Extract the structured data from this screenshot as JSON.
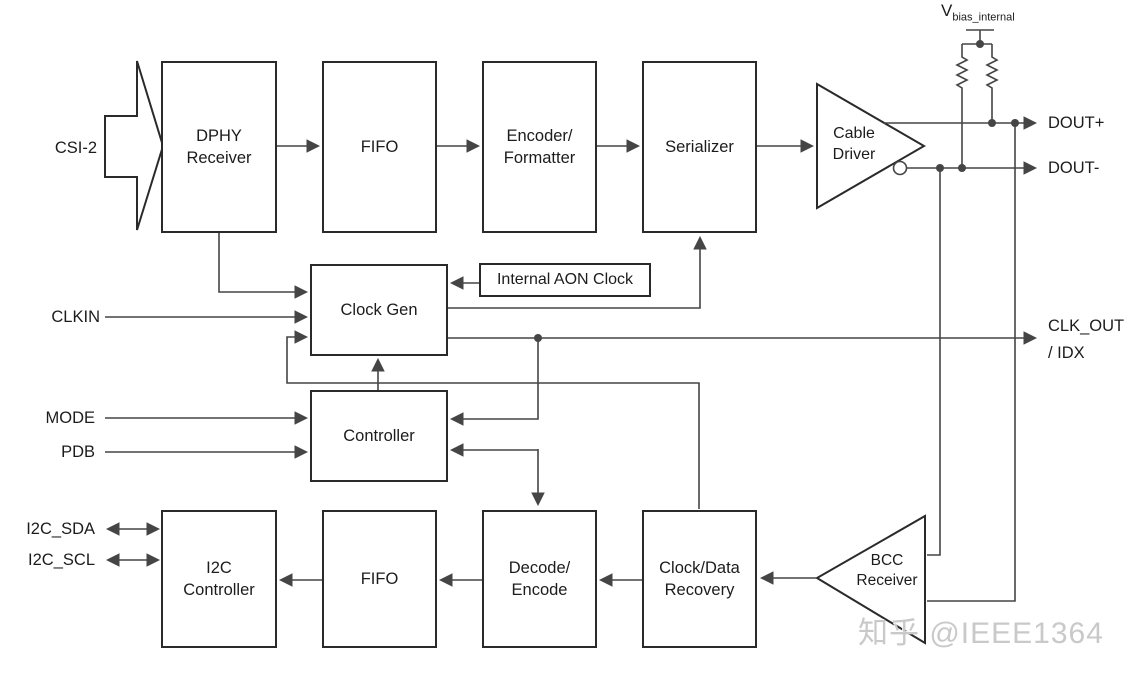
{
  "diagram": {
    "blocks": {
      "dphy_receiver": "DPHY\nReceiver",
      "fifo_top": "FIFO",
      "encoder_formatter": "Encoder/\nFormatter",
      "serializer": "Serializer",
      "cable_driver": "Cable\nDriver",
      "internal_aon_clock": "Internal AON Clock",
      "clock_gen": "Clock Gen",
      "controller": "Controller",
      "i2c_controller": "I2C\nController",
      "fifo_bottom": "FIFO",
      "decode_encode": "Decode/\nEncode",
      "clock_data_recovery": "Clock/Data\nRecovery",
      "bcc_receiver": "BCC\nReceiver"
    },
    "pins": {
      "csi2": "CSI-2",
      "clkin": "CLKIN",
      "mode": "MODE",
      "pdb": "PDB",
      "i2c_sda": "I2C_SDA",
      "i2c_scl": "I2C_SCL",
      "dout_plus": "DOUT+",
      "dout_minus": "DOUT-",
      "clk_out_line1": "CLK_OUT",
      "clk_out_line2": "/ IDX",
      "vbias_main": "V",
      "vbias_sub": "bias_internal"
    },
    "watermark": "知乎 @IEEE1364",
    "colors": {
      "wire": "#454545",
      "border": "#2a2a2a",
      "text": "#1c1c1c",
      "watermark": "#c9c9c9"
    }
  }
}
